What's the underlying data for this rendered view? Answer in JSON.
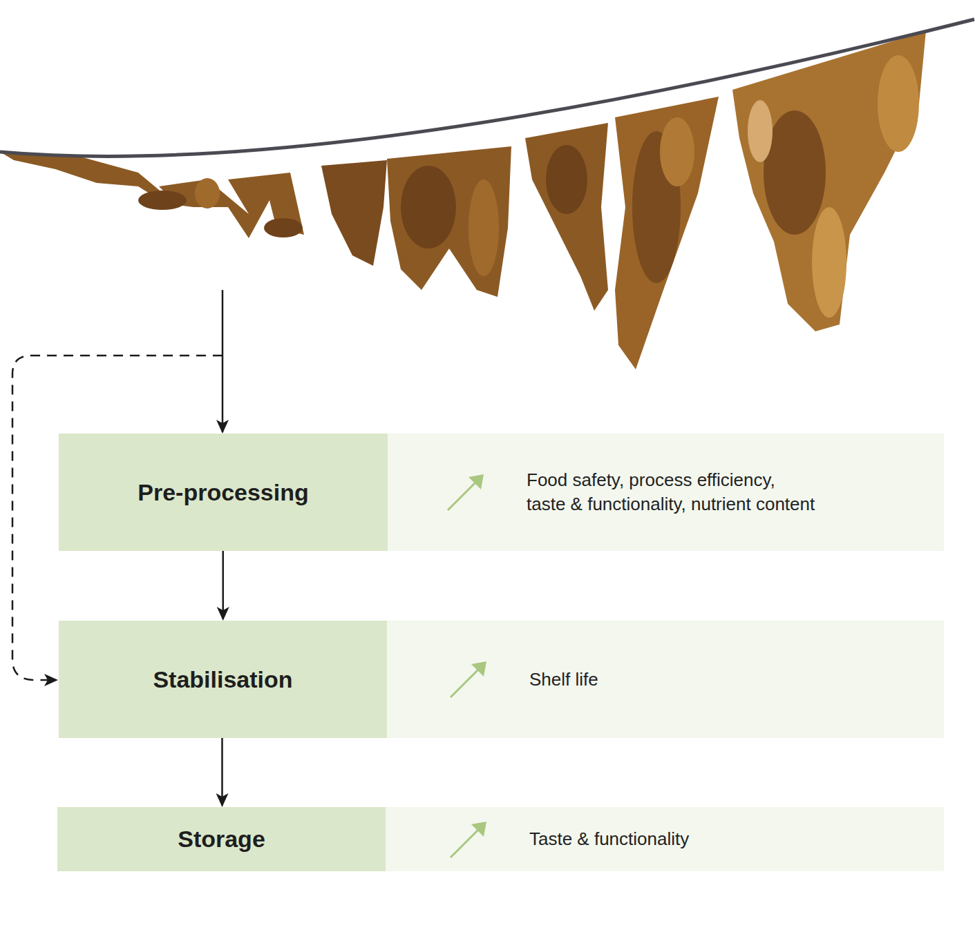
{
  "diagram": {
    "nodes": [
      {
        "text": [
          "Pre-processing"
        ]
      },
      {
        "text": [
          "Food safety, process efficiency, taste & functionality, nutrient content"
        ]
      },
      {
        "text": [
          "Stabilisation"
        ]
      },
      {
        "text": [
          "Shelf life"
        ]
      },
      {
        "text": [
          "Storage"
        ]
      },
      {
        "text": [
          "Taste & functionality"
        ]
      }
    ],
    "edges": [
      {
        "from": 0,
        "to": 2,
        "arrow": "to"
      },
      {
        "from": 2,
        "to": 4,
        "arrow": "to"
      }
    ]
  }
}
